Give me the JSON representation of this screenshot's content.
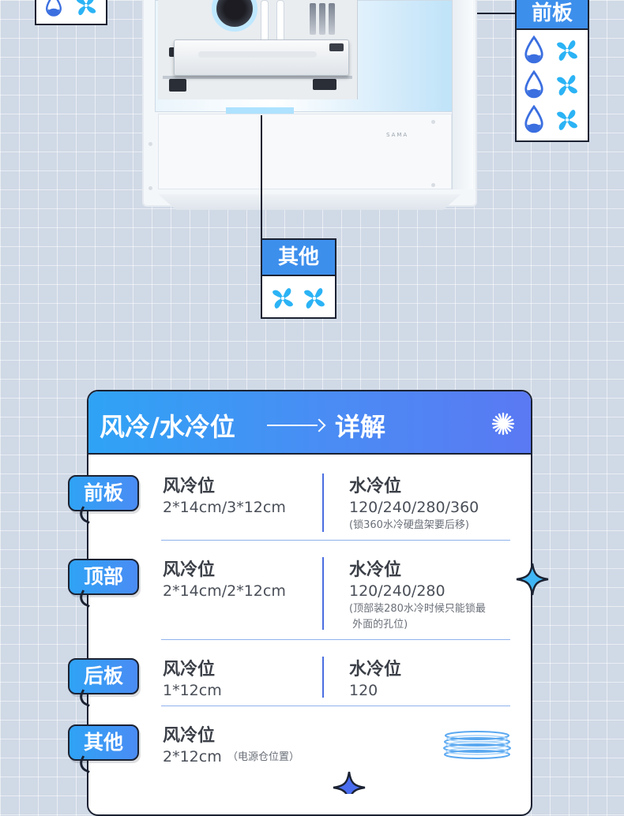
{
  "callouts": {
    "front": {
      "title": "前板"
    },
    "other": {
      "title": "其他"
    }
  },
  "card": {
    "title": "风冷/水冷位",
    "subtitle": "详解",
    "rows": [
      {
        "tag": "前板",
        "air_head": "风冷位",
        "air_value": "2*14cm/3*12cm",
        "water_head": "水冷位",
        "water_value": "120/240/280/360",
        "water_note": "(锁360水冷硬盘架要后移)"
      },
      {
        "tag": "顶部",
        "air_head": "风冷位",
        "air_value": "2*14cm/2*12cm",
        "water_head": "水冷位",
        "water_value": "120/240/280",
        "water_note_line1": "(顶部装280水冷时候只能锁最",
        "water_note_line2": " 外面的孔位)"
      },
      {
        "tag": "后板",
        "air_head": "风冷位",
        "air_value": "1*12cm",
        "water_head": "水冷位",
        "water_value": "120"
      },
      {
        "tag": "其他",
        "air_head": "风冷位",
        "air_value": "2*12cm",
        "air_note": "（电源仓位置）"
      }
    ]
  },
  "colors": {
    "accent": "#3d8fec",
    "accent_gradient_start": "#2fa3f5",
    "accent_gradient_end": "#5a79f3",
    "outline": "#1b2232",
    "background": "#d0d9e6"
  },
  "icons": [
    "water-drop-icon",
    "fan-icon",
    "sparkle-icon",
    "four-point-star-icon",
    "coil-icon"
  ]
}
